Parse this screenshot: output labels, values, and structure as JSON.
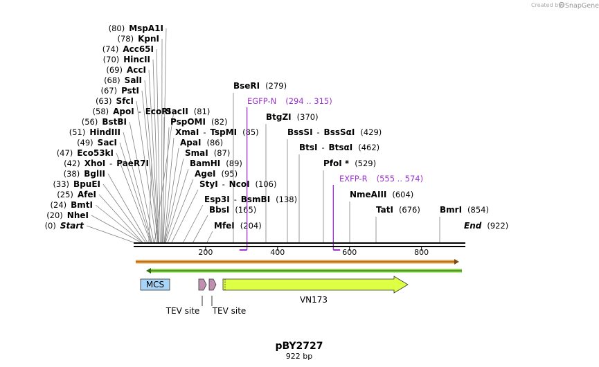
{
  "credit": {
    "prefix": "Created by",
    "brand": "SnapGene"
  },
  "plasmid": {
    "name": "pBY2727",
    "size": "922 bp"
  },
  "ruler": {
    "ticks": [
      200,
      400,
      600,
      800
    ]
  },
  "enzymes": [
    {
      "pos": "(0)",
      "name": "Start",
      "italic": true,
      "site": 0
    },
    {
      "pos": "(20)",
      "name": "NheI",
      "site": 20
    },
    {
      "pos": "(24)",
      "name": "BmtI",
      "site": 24
    },
    {
      "pos": "(25)",
      "name": "AfeI",
      "site": 25
    },
    {
      "pos": "(33)",
      "name": "BpuEI",
      "site": 33
    },
    {
      "pos": "(38)",
      "name": "BglII",
      "site": 38
    },
    {
      "pos": "(42)",
      "name": "XhoI",
      "name2": "PaeR7I",
      "site": 42
    },
    {
      "pos": "(47)",
      "name": "Eco53kI",
      "site": 47
    },
    {
      "pos": "(49)",
      "name": "SacI",
      "site": 49
    },
    {
      "pos": "(51)",
      "name": "HindIII",
      "site": 51
    },
    {
      "pos": "(56)",
      "name": "BstBI",
      "site": 56
    },
    {
      "pos": "(58)",
      "name": "ApoI",
      "name2": "EcoRI",
      "site": 58
    },
    {
      "pos": "(63)",
      "name": "SfcI",
      "site": 63
    },
    {
      "pos": "(67)",
      "name": "PstI",
      "site": 67
    },
    {
      "pos": "(68)",
      "name": "SalI",
      "site": 68
    },
    {
      "pos": "(69)",
      "name": "AccI",
      "site": 69
    },
    {
      "pos": "(70)",
      "name": "HincII",
      "site": 70
    },
    {
      "pos": "(74)",
      "name": "Acc65I",
      "site": 74
    },
    {
      "pos": "(78)",
      "name": "KpnI",
      "site": 78
    },
    {
      "pos": "(80)",
      "name": "MspA1I",
      "site": 80
    }
  ],
  "enzymes_right": [
    {
      "name": "SacII",
      "pos": "(81)",
      "site": 81
    },
    {
      "name": "PspOMI",
      "pos": "(82)",
      "site": 82
    },
    {
      "name": "XmaI",
      "name2": "TspMI",
      "pos": "(85)",
      "site": 85
    },
    {
      "name": "ApaI",
      "pos": "(86)",
      "site": 86
    },
    {
      "name": "SmaI",
      "pos": "(87)",
      "site": 87
    },
    {
      "name": "BamHI",
      "pos": "(89)",
      "site": 89
    },
    {
      "name": "AgeI",
      "pos": "(95)",
      "site": 95
    },
    {
      "name": "StyI",
      "name2": "NcoI",
      "pos": "(106)",
      "site": 106
    },
    {
      "name": "Esp3I",
      "name2": "BsmBI",
      "pos": "(138)",
      "site": 138
    },
    {
      "name": "BbsI",
      "pos": "(165)",
      "site": 165
    },
    {
      "name": "MfeI",
      "pos": "(204)",
      "site": 204
    },
    {
      "name": "BseRI",
      "pos": "(279)",
      "site": 279
    },
    {
      "name": "BtgZI",
      "pos": "(370)",
      "site": 370
    },
    {
      "name": "BssSI",
      "name2": "BssSαI",
      "pos": "(429)",
      "site": 429
    },
    {
      "name": "BtsI",
      "name2": "BtsαI",
      "pos": "(462)",
      "site": 462
    },
    {
      "name": "PfoI *",
      "pos": "(529)",
      "site": 529
    },
    {
      "name": "NmeAIII",
      "pos": "(604)",
      "site": 604
    },
    {
      "name": "TatI",
      "pos": "(676)",
      "site": 676
    },
    {
      "name": "BmrI",
      "pos": "(854)",
      "site": 854
    },
    {
      "name": "End",
      "italic": true,
      "pos": "(922)",
      "site": 922
    }
  ],
  "primers": [
    {
      "name": "EGFP-N",
      "range": "(294 .. 315)",
      "start": 294,
      "end": 315,
      "color": "#9a32cd"
    },
    {
      "name": "EXFP-R",
      "range": "(555 .. 574)",
      "start": 555,
      "end": 574,
      "color": "#9a32cd"
    }
  ],
  "features": {
    "mcs_label": "MCS",
    "tev1_label": "TEV site",
    "tev2_label": "TEV site",
    "vn173_label": "VN173"
  },
  "colors": {
    "orange_arrow": "#e8a040",
    "green_arrow": "#7ccf3a",
    "mcs_fill": "#a8d4f8",
    "tev_fill": "#c090b0",
    "vn173_fill": "#ddff44",
    "primer": "#9a32cd"
  }
}
